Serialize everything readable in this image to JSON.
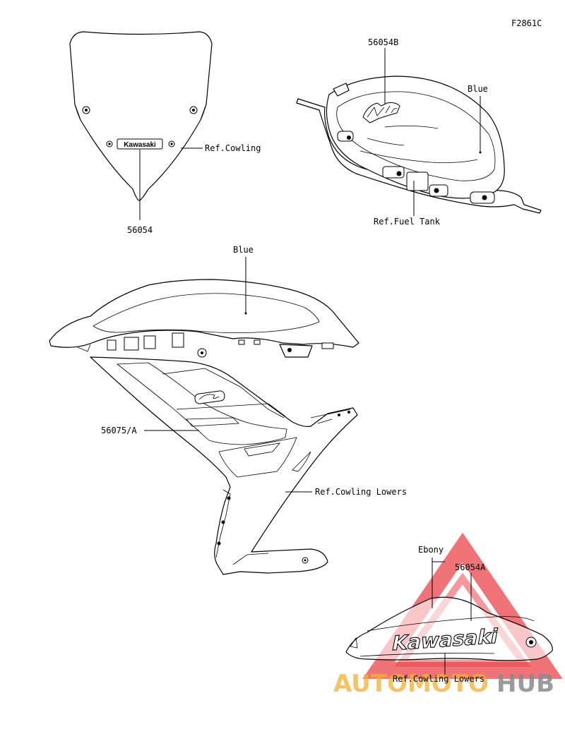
{
  "figure_code": "F2861C",
  "labels": {
    "windshield_part": "56054",
    "windshield_ref": "Ref.Cowling",
    "windshield_logo": "Kawasaki",
    "tank_part": "56054B",
    "tank_color": "Blue",
    "tank_ref": "Ref.Fuel Tank",
    "cowling_color": "Blue",
    "cowling_part": "56075/A",
    "cowling_lowers_ref": "Ref.Cowling Lowers",
    "lower_color": "Ebony",
    "lower_part": "56054A",
    "lower_ref": "Ref.Cowling Lowers",
    "lower_logo": "Kawasaki"
  },
  "watermark": {
    "part1": "AUTOMOTO",
    "part2": "HUB",
    "color1": "#f5b02e",
    "color2": "#8a8a8a",
    "triangle_color": "#e8262a"
  }
}
